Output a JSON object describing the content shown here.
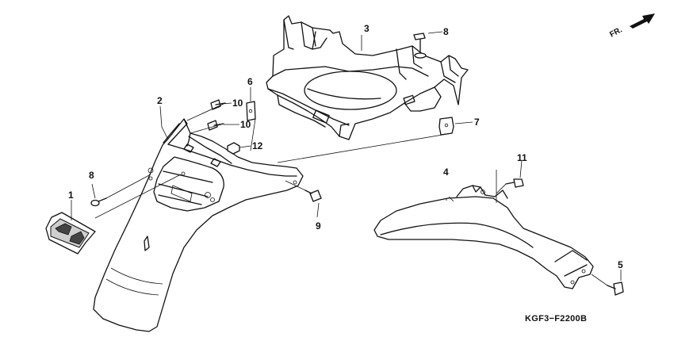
{
  "diagram_code": "KGF3−F2200B",
  "direction_label": "FR.",
  "callouts": {
    "p1": "1",
    "p2": "2",
    "p3": "3",
    "p4": "4",
    "p5": "5",
    "p6": "6",
    "p7": "7",
    "p8a": "8",
    "p8b": "8",
    "p9": "9",
    "p10a": "10",
    "p10b": "10",
    "p11": "11",
    "p12": "12"
  }
}
